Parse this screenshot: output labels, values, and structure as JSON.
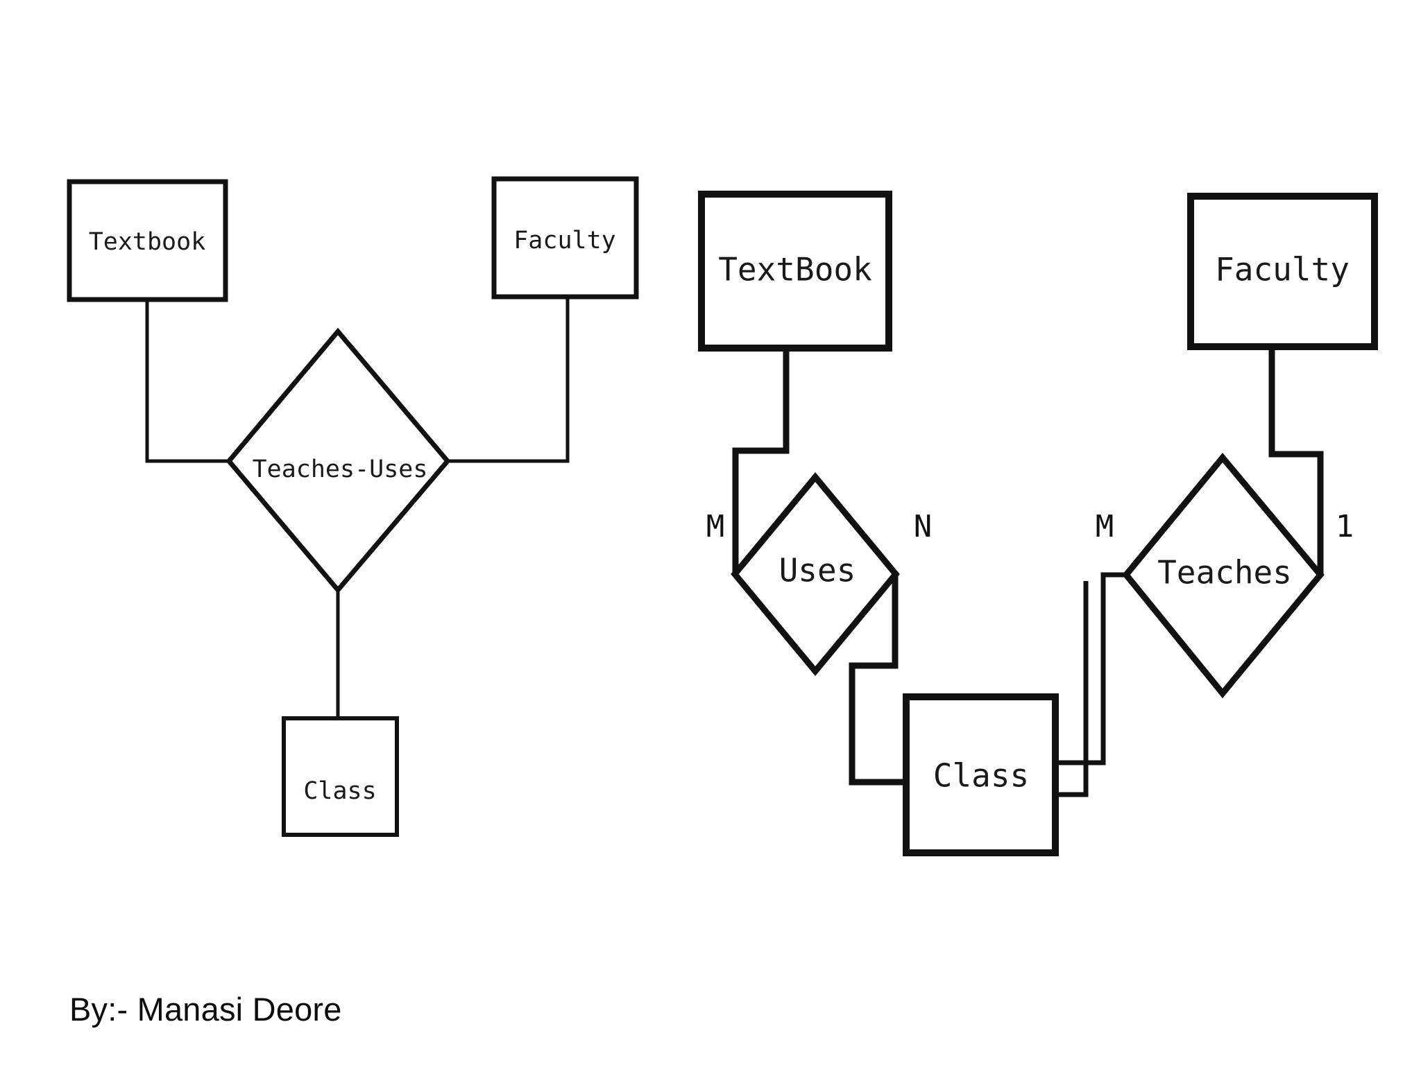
{
  "page": {
    "background_color": "#ffffff",
    "stroke_color": "#111111",
    "credit": "By:- Manasi Deore"
  },
  "diagrams": [
    {
      "id": "combined-er-diagram",
      "name": "teaches-uses-ternary-diagram",
      "entities": [
        {
          "id": "textbook-left",
          "label": "Textbook"
        },
        {
          "id": "faculty-left",
          "label": "Faculty"
        },
        {
          "id": "class-left",
          "label": "Class"
        }
      ],
      "relationships": [
        {
          "id": "teaches-uses",
          "label": "Teaches-Uses"
        }
      ],
      "cardinalities": []
    },
    {
      "id": "split-er-diagram",
      "name": "uses-teaches-binary-diagram",
      "entities": [
        {
          "id": "textbook-right",
          "label": "TextBook"
        },
        {
          "id": "faculty-right",
          "label": "Faculty"
        },
        {
          "id": "class-right",
          "label": "Class"
        }
      ],
      "relationships": [
        {
          "id": "uses",
          "label": "Uses"
        },
        {
          "id": "teaches",
          "label": "Teaches"
        }
      ],
      "cardinalities": [
        {
          "id": "uses-left-card",
          "label": "M"
        },
        {
          "id": "uses-right-card",
          "label": "N"
        },
        {
          "id": "teaches-left-card",
          "label": "M"
        },
        {
          "id": "teaches-right-card",
          "label": "1"
        }
      ]
    }
  ],
  "chart_data": {
    "type": "diagram",
    "title": "Entity-Relationship diagrams: Teaches-Uses ternary vs. Uses/Teaches binary decomposition",
    "nodes": [
      {
        "name": "Textbook",
        "shape": "rectangle",
        "group": "left"
      },
      {
        "name": "Faculty",
        "shape": "rectangle",
        "group": "left"
      },
      {
        "name": "Class",
        "shape": "rectangle",
        "group": "left"
      },
      {
        "name": "Teaches-Uses",
        "shape": "diamond",
        "group": "left"
      },
      {
        "name": "TextBook",
        "shape": "rectangle",
        "group": "right"
      },
      {
        "name": "Faculty",
        "shape": "rectangle",
        "group": "right"
      },
      {
        "name": "Class",
        "shape": "rectangle",
        "group": "right"
      },
      {
        "name": "Uses",
        "shape": "diamond",
        "group": "right"
      },
      {
        "name": "Teaches",
        "shape": "diamond",
        "group": "right"
      }
    ],
    "edges": [
      {
        "from": "Textbook",
        "to": "Teaches-Uses",
        "label": "",
        "group": "left"
      },
      {
        "from": "Faculty",
        "to": "Teaches-Uses",
        "label": "",
        "group": "left"
      },
      {
        "from": "Teaches-Uses",
        "to": "Class",
        "label": "",
        "group": "left"
      },
      {
        "from": "TextBook",
        "to": "Uses",
        "label": "M",
        "group": "right"
      },
      {
        "from": "Uses",
        "to": "Class",
        "label": "N",
        "group": "right"
      },
      {
        "from": "Class",
        "to": "Teaches",
        "label": "M",
        "group": "right"
      },
      {
        "from": "Teaches",
        "to": "Faculty",
        "label": "1",
        "group": "right"
      }
    ]
  }
}
